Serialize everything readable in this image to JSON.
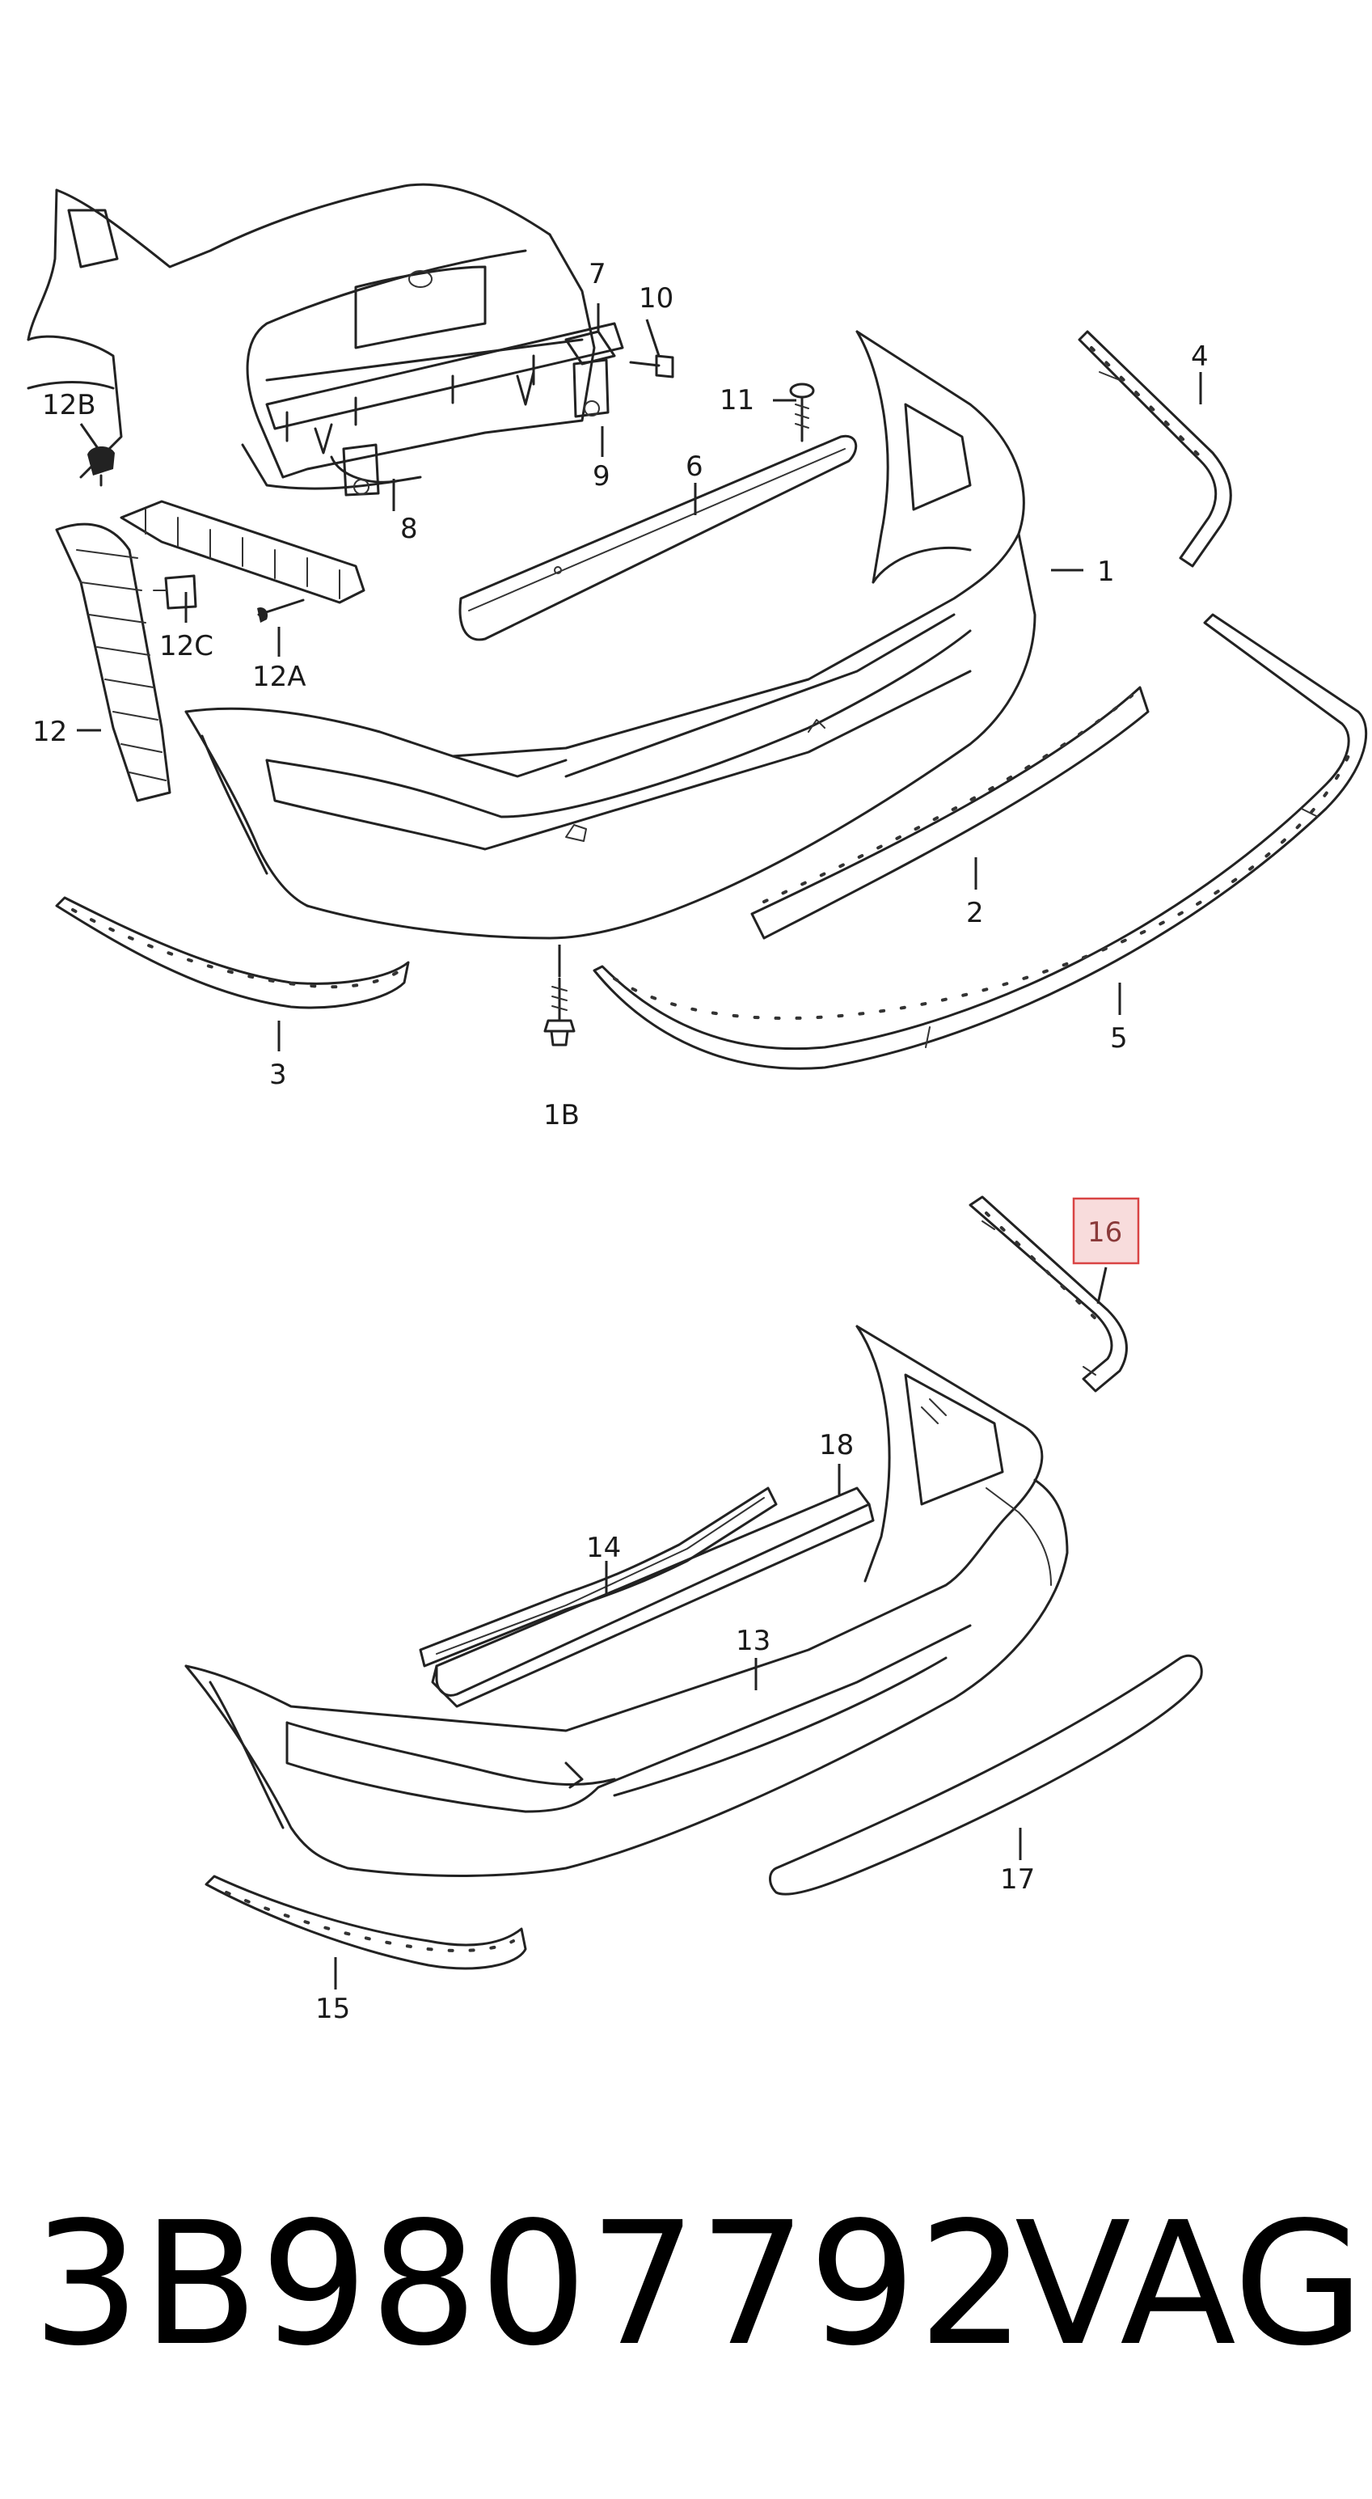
{
  "labels": {
    "p1": "1",
    "p1b": "1B",
    "p2": "2",
    "p3": "3",
    "p4": "4",
    "p5": "5",
    "p6": "6",
    "p7": "7",
    "p8": "8",
    "p9": "9",
    "p10": "10",
    "p11": "11",
    "p12": "12",
    "p12a": "12A",
    "p12b": "12B",
    "p12c": "12C",
    "p13": "13",
    "p14": "14",
    "p15": "15",
    "p16": "16",
    "p17": "17",
    "p18": "18"
  },
  "highlighted_part": "16",
  "highlight_color": "#d94444",
  "footer": {
    "part_number": "3B9807792",
    "brand": "VAG"
  }
}
